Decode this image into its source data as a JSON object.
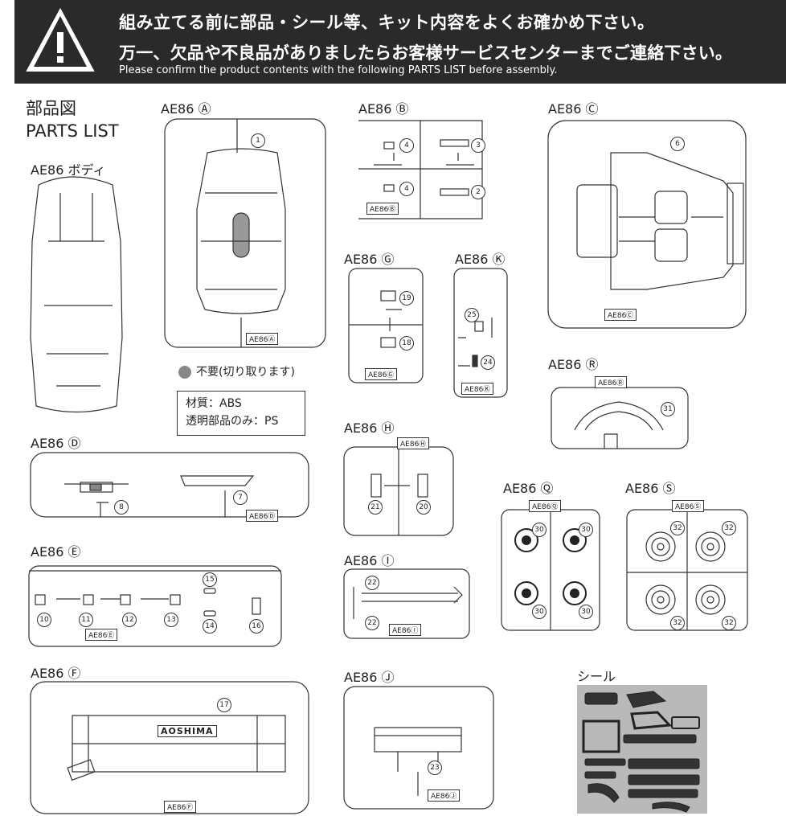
{
  "banner": {
    "line1": "組み立てる前に部品・シール等、キット内容をよくお確かめ下さい。",
    "line2": "万一、欠品や不良品がありましたらお客様サービスセンターまでご連絡下さい。",
    "line3": "Please confirm the product contents with the following PARTS LIST before assembly."
  },
  "header": {
    "jp": "部品図",
    "en": "PARTS LIST"
  },
  "body_label": "AE86 ボディ",
  "discard_text": "不要(切り取ります)",
  "material": {
    "line1": "材質：ABS",
    "line2": "透明部品のみ：PS"
  },
  "sticker_label": "シール",
  "brand_tag": "AOSHIMA",
  "frames": [
    {
      "title": "AE86 Ⓐ",
      "tag": "AE86Ⓐ",
      "parts": [
        "1"
      ]
    },
    {
      "title": "AE86 Ⓑ",
      "tag": "AE86Ⓑ",
      "parts": [
        "4",
        "3",
        "4",
        "2"
      ]
    },
    {
      "title": "AE86 Ⓒ",
      "tag": "AE86Ⓒ",
      "parts": [
        "6"
      ]
    },
    {
      "title": "AE86 Ⓖ",
      "tag": "AE86Ⓖ",
      "parts": [
        "19",
        "18"
      ]
    },
    {
      "title": "AE86 Ⓚ",
      "tag": "AE86Ⓚ",
      "parts": [
        "25",
        "24"
      ]
    },
    {
      "title": "AE86 Ⓡ",
      "tag": "AE86Ⓡ",
      "parts": [
        "31"
      ]
    },
    {
      "title": "AE86 Ⓓ",
      "tag": "AE86Ⓓ",
      "parts": [
        "8",
        "7"
      ]
    },
    {
      "title": "AE86 Ⓗ",
      "tag": "AE86Ⓗ",
      "parts": [
        "21",
        "20"
      ]
    },
    {
      "title": "AE86 Ⓠ",
      "tag": "AE86Ⓠ",
      "parts": [
        "30",
        "30",
        "30",
        "30"
      ]
    },
    {
      "title": "AE86 Ⓢ",
      "tag": "AE86Ⓢ",
      "parts": [
        "32",
        "32",
        "32",
        "32"
      ]
    },
    {
      "title": "AE86 Ⓔ",
      "tag": "AE86Ⓔ",
      "parts": [
        "10",
        "11",
        "12",
        "13",
        "15",
        "14",
        "16"
      ]
    },
    {
      "title": "AE86 Ⓘ",
      "tag": "AE86Ⓘ",
      "parts": [
        "22",
        "22"
      ]
    },
    {
      "title": "AE86 Ⓕ",
      "tag": "AE86Ⓕ",
      "parts": [
        "17"
      ]
    },
    {
      "title": "AE86 Ⓙ",
      "tag": "AE86Ⓙ",
      "parts": [
        "23"
      ]
    }
  ]
}
